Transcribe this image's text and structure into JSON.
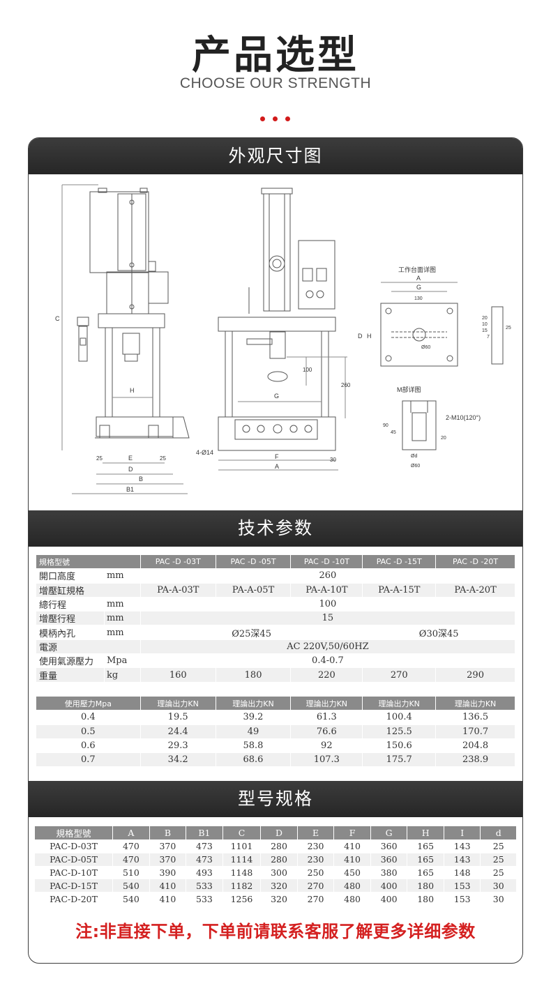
{
  "header": {
    "title": "产品选型",
    "subtitle": "CHOOSE OUR STRENGTH",
    "accent": "#d21a1a"
  },
  "sections": {
    "dimensions": "外观尺寸图",
    "tech": "技术参数",
    "models": "型号规格"
  },
  "drawing_labels": {
    "c": "C",
    "h1": "H",
    "e1": "E",
    "d1": "D",
    "b": "B",
    "b1": "B1",
    "n25a": "25",
    "n25b": "25",
    "n100": "100",
    "n260": "260",
    "g1": "G",
    "f": "F",
    "a1": "A",
    "n30": "30",
    "hole": "4-Ø14",
    "table_title": "工作台面详图",
    "a2": "A",
    "g2": "G",
    "n130": "130",
    "d2": "D",
    "h2": "H",
    "phi": "Ø60",
    "n20": "20",
    "n10": "10",
    "n15": "15",
    "n7": "7",
    "n25c": "25",
    "m_title": "M部详图",
    "m10": "2-M10(120°)",
    "n90": "90",
    "n45": "45",
    "n20b": "20",
    "d3": "Ød",
    "phi60": "Ø60"
  },
  "spec_table": {
    "header_label": "規格型號",
    "models": [
      "PAC -D -03T",
      "PAC -D -05T",
      "PAC -D -10T",
      "PAC -D -15T",
      "PAC -D -20T"
    ],
    "rows": {
      "opening": {
        "label": "開口高度",
        "unit": "mm",
        "value": "260"
      },
      "cylinder": {
        "label": "增壓缸規格",
        "values": [
          "PA-A-03T",
          "PA-A-05T",
          "PA-A-10T",
          "PA-A-15T",
          "PA-A-20T"
        ]
      },
      "stroke": {
        "label": "總行程",
        "unit": "mm",
        "value": "100"
      },
      "boost_stroke": {
        "label": "增壓行程",
        "unit": "mm",
        "value": "15"
      },
      "shank": {
        "label": "模柄內孔",
        "unit": "mm",
        "value_a": "Ø25深45",
        "value_b": "Ø30深45"
      },
      "power": {
        "label": "電源",
        "value": "AC 220V,50/60HZ"
      },
      "air": {
        "label": "使用氣源壓力",
        "unit": "Mpa",
        "value": "0.4-0.7"
      },
      "weight": {
        "label": "重量",
        "unit": "kg",
        "values": [
          "160",
          "180",
          "220",
          "270",
          "290"
        ]
      }
    }
  },
  "force_table": {
    "header": [
      "使用壓力Mpa",
      "理論出力KN",
      "理論出力KN",
      "理論出力KN",
      "理論出力KN",
      "理論出力KN"
    ],
    "rows": [
      [
        "0.4",
        "19.5",
        "39.2",
        "61.3",
        "100.4",
        "136.5"
      ],
      [
        "0.5",
        "24.4",
        "49",
        "76.6",
        "125.5",
        "170.7"
      ],
      [
        "0.6",
        "29.3",
        "58.8",
        "92",
        "150.6",
        "204.8"
      ],
      [
        "0.7",
        "34.2",
        "68.6",
        "107.3",
        "175.7",
        "238.9"
      ]
    ]
  },
  "model_table": {
    "header": [
      "規格型號",
      "A",
      "B",
      "B1",
      "C",
      "D",
      "E",
      "F",
      "G",
      "H",
      "I",
      "d"
    ],
    "rows": [
      [
        "PAC-D-03T",
        "470",
        "370",
        "473",
        "1101",
        "280",
        "230",
        "410",
        "360",
        "165",
        "143",
        "25"
      ],
      [
        "PAC-D-05T",
        "470",
        "370",
        "473",
        "1114",
        "280",
        "230",
        "410",
        "360",
        "165",
        "143",
        "25"
      ],
      [
        "PAC-D-10T",
        "510",
        "390",
        "493",
        "1148",
        "300",
        "250",
        "450",
        "380",
        "165",
        "148",
        "25"
      ],
      [
        "PAC-D-15T",
        "540",
        "410",
        "533",
        "1182",
        "320",
        "270",
        "480",
        "400",
        "180",
        "153",
        "30"
      ],
      [
        "PAC-D-20T",
        "540",
        "410",
        "533",
        "1256",
        "320",
        "270",
        "480",
        "400",
        "180",
        "153",
        "30"
      ]
    ]
  },
  "note": "注:非直接下单，下单前请联系客服了解更多详细参数"
}
